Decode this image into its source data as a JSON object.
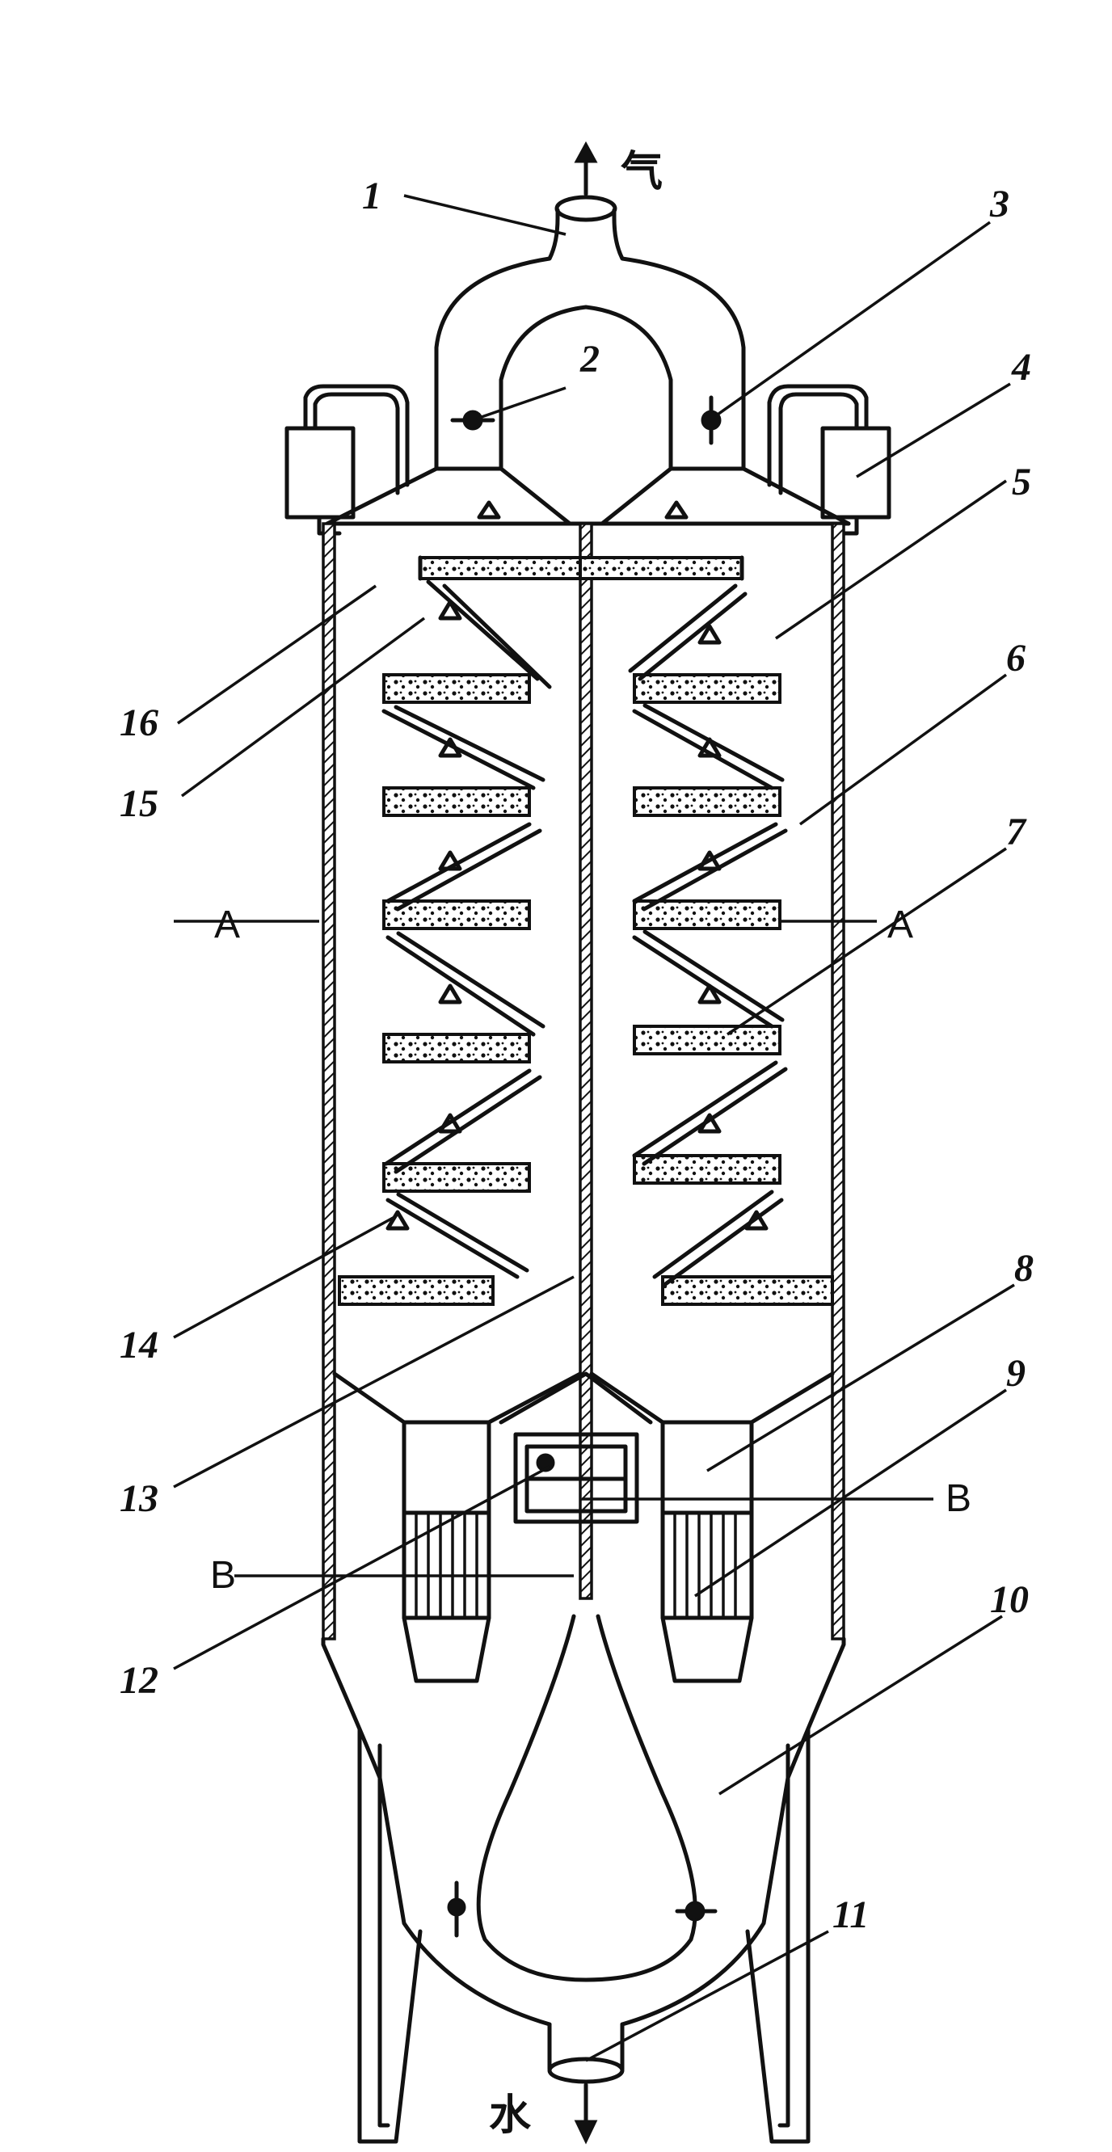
{
  "diagram": {
    "outlet_gas": "气",
    "outlet_water": "水",
    "labels": {
      "n1": "1",
      "n2": "2",
      "n3": "3",
      "n4": "4",
      "n5": "5",
      "n6": "6",
      "n7": "7",
      "n8": "8",
      "n9": "9",
      "n10": "10",
      "n11": "11",
      "n12": "12",
      "n13": "13",
      "n14": "14",
      "n15": "15",
      "n16": "16",
      "section_a_left": "A",
      "section_a_right": "A",
      "section_b_left": "B",
      "section_b_right": "B"
    }
  }
}
